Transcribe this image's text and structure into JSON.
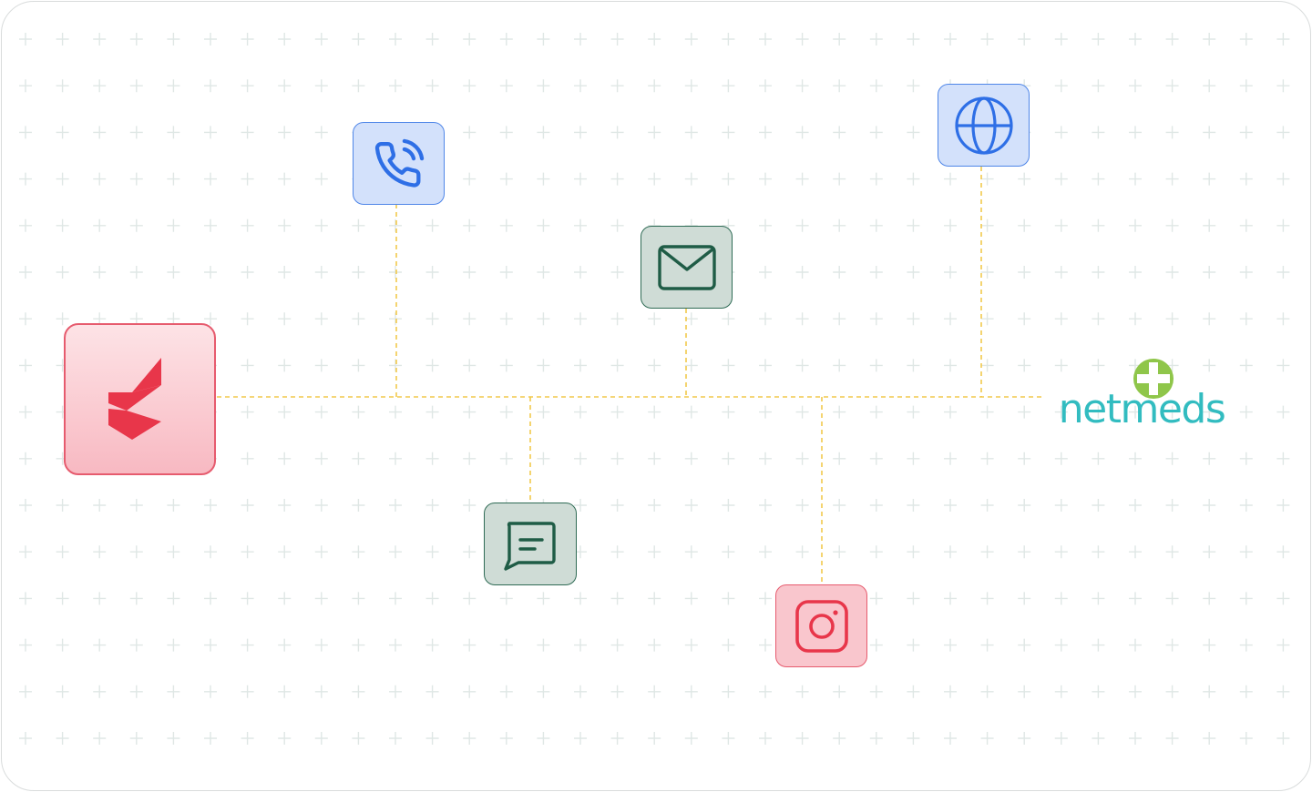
{
  "diagram": {
    "hub": {
      "icon": "brand-logo-icon",
      "colors": {
        "fill": "#f9c6cd",
        "border": "#e65b6e",
        "mark": "#e8364a"
      }
    },
    "target": {
      "logo_text": "netmeds",
      "icon": "netmeds-cross-logo",
      "colors": {
        "text": "#32bcc0",
        "cross": "#8fc64a"
      }
    },
    "channels": [
      {
        "id": "phone",
        "icon": "phone-call-icon",
        "colors": {
          "fill": "#d3e1fb",
          "border": "#4f86e8",
          "icon": "#2e6fe6"
        }
      },
      {
        "id": "email",
        "icon": "mail-icon",
        "colors": {
          "fill": "#cfdcd6",
          "border": "#2f6b55",
          "icon": "#1f5c46"
        }
      },
      {
        "id": "web",
        "icon": "globe-icon",
        "colors": {
          "fill": "#d3e1fb",
          "border": "#4f86e8",
          "icon": "#2e6fe6"
        }
      },
      {
        "id": "chat",
        "icon": "chat-message-icon",
        "colors": {
          "fill": "#cfdcd6",
          "border": "#2f6b55",
          "icon": "#1f5c46"
        }
      },
      {
        "id": "instagram",
        "icon": "instagram-icon",
        "colors": {
          "fill": "#f9c6cd",
          "border": "#e65b6e",
          "icon": "#e8364a"
        }
      }
    ],
    "connector_color": "#f2c94c",
    "grid_color": "#dfe7e5"
  }
}
